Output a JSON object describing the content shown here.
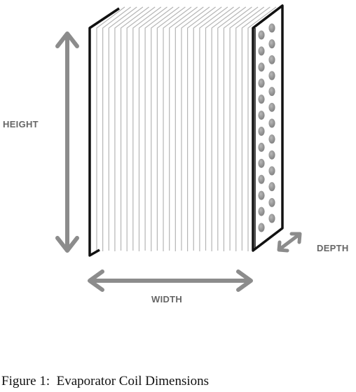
{
  "labels": {
    "height": "HEIGHT",
    "width": "WIDTH",
    "depth": "DEPTH"
  },
  "caption": "Figure 1:  Evaporator Coil Dimensions",
  "colors": {
    "arrow": "#8c8c8c",
    "frame": "#111111",
    "fin": "#b5b5b5",
    "tube": "#8f8f8f",
    "label": "#666666"
  },
  "coil": {
    "fin_count": 26,
    "tube_rows": 13
  }
}
